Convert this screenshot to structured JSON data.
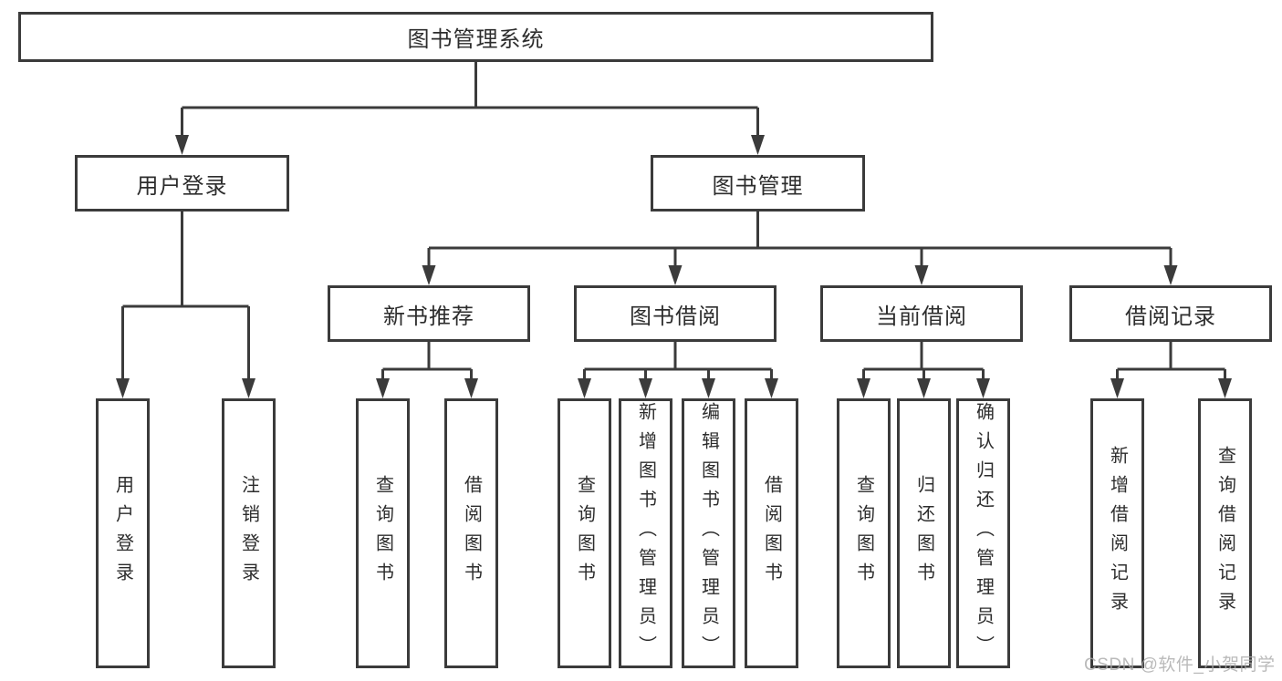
{
  "tree": {
    "label": "图书管理系统",
    "children": [
      {
        "label": "用户登录",
        "children": [
          {
            "label": "用户登录"
          },
          {
            "label": "注销登录"
          }
        ]
      },
      {
        "label": "图书管理",
        "children": [
          {
            "label": "新书推荐",
            "children": [
              {
                "label": "查询图书"
              },
              {
                "label": "借阅图书"
              }
            ]
          },
          {
            "label": "图书借阅",
            "children": [
              {
                "label": "查询图书"
              },
              {
                "label": "新增图书（管理员）"
              },
              {
                "label": "编辑图书（管理员）"
              },
              {
                "label": "借阅图书"
              }
            ]
          },
          {
            "label": "当前借阅",
            "children": [
              {
                "label": "查询图书"
              },
              {
                "label": "归还图书"
              },
              {
                "label": "确认归还（管理员）"
              }
            ]
          },
          {
            "label": "借阅记录",
            "children": [
              {
                "label": "新增借阅记录"
              },
              {
                "label": "查询借阅记录"
              }
            ]
          }
        ]
      }
    ]
  },
  "watermark": {
    "text": "CSDN @软件_小贺同学"
  },
  "colors": {
    "line": "#3b3b3b",
    "text": "#2d2d2d",
    "watermark": "#a9a9a9",
    "background": "#ffffff"
  }
}
